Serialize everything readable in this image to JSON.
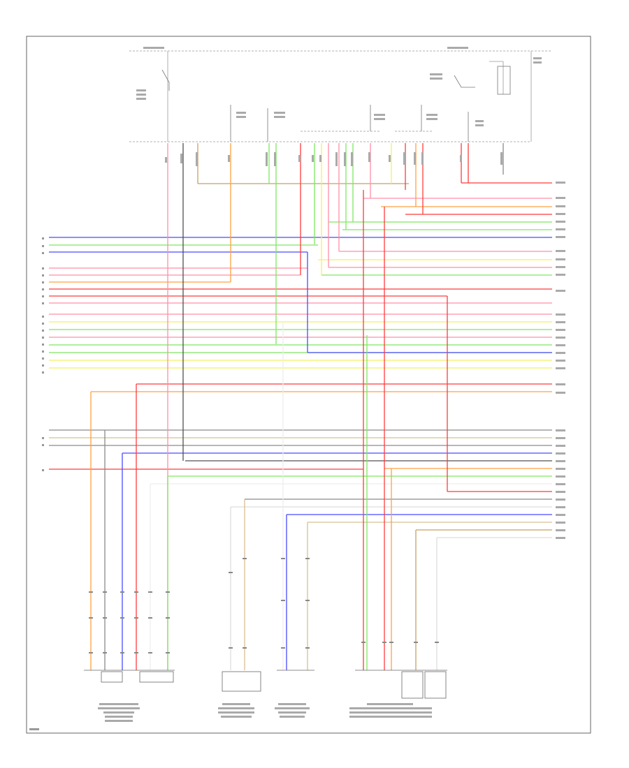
{
  "diagram": {
    "page_ref": "",
    "wire_colors": {
      "pink": "#ff8fa8",
      "red": "#ff3b3b",
      "orange": "#ffa040",
      "yellow": "#f4f060",
      "green": "#7ee860",
      "blue": "#4a4aff",
      "gray": "#8a8a8a",
      "brown": "#c8a060",
      "black": "#505050",
      "tan": "#d8c090"
    },
    "components": [
      {
        "id": "comp-1",
        "lines": [
          "",
          "",
          "",
          ""
        ]
      },
      {
        "id": "comp-2",
        "lines": [
          "",
          "",
          "",
          ""
        ]
      },
      {
        "id": "comp-3",
        "lines": [
          "",
          "",
          "",
          ""
        ]
      },
      {
        "id": "comp-4",
        "lines": [
          "",
          "",
          "",
          ""
        ]
      }
    ]
  }
}
